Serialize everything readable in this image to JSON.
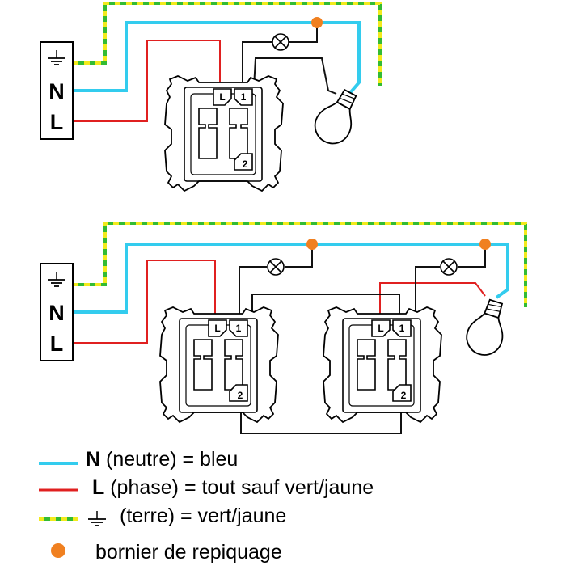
{
  "colors": {
    "neutral": "#33ccee",
    "phase": "#e02020",
    "earth_green": "#33bb33",
    "earth_yellow": "#f2ea1c",
    "junction": "#f08020",
    "wire_black": "#111111"
  },
  "icons": [
    "earth-ground-icon",
    "bulb-icon",
    "lamp-indicator-icon",
    "junction-dot-icon"
  ],
  "panels": [
    {
      "terminal_labels": {
        "earth": "⏚",
        "neutral": "N",
        "phase": "L"
      },
      "switches": [
        {
          "term_L": "L",
          "term_1": "1",
          "term_2": "2"
        }
      ]
    },
    {
      "terminal_labels": {
        "earth": "⏚",
        "neutral": "N",
        "phase": "L"
      },
      "switches": [
        {
          "term_L": "L",
          "term_1": "1",
          "term_2": "2"
        },
        {
          "term_L": "L",
          "term_1": "1",
          "term_2": "2"
        }
      ]
    }
  ],
  "legend": {
    "neutral": {
      "letter": "N",
      "text": " (neutre) = bleu"
    },
    "phase": {
      "letter": "L",
      "text": " (phase) = tout sauf vert/jaune"
    },
    "earth": {
      "text": "(terre) = vert/jaune"
    },
    "junction": {
      "text": "bornier de repiquage"
    }
  }
}
